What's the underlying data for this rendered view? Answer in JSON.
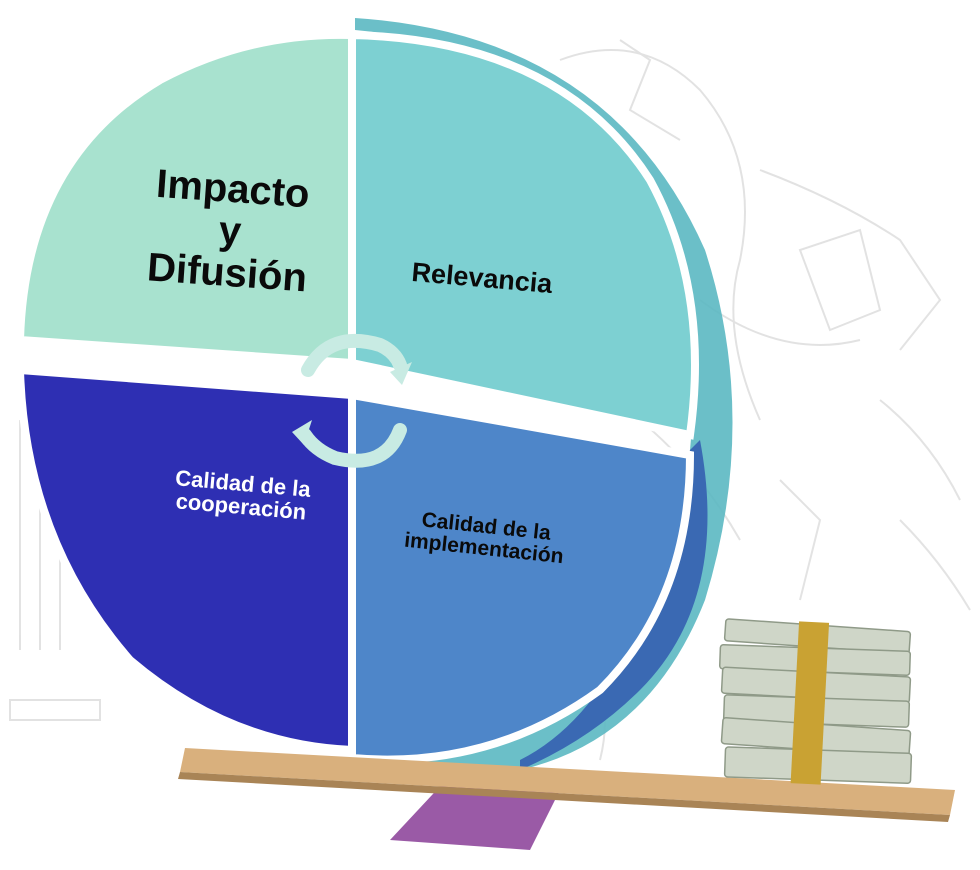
{
  "diagram": {
    "quadrants": [
      {
        "id": "q1",
        "label": "Impacto\ny\nDifusión",
        "color": "#a8e2cf"
      },
      {
        "id": "q2",
        "label": "Relevancia",
        "color": "#7dd0d2"
      },
      {
        "id": "q3",
        "label": "Calidad de la\ncooperación",
        "color": "#2e2fb3"
      },
      {
        "id": "q4",
        "label": "Calidad de la\nimplementación",
        "color": "#4e86c9"
      }
    ],
    "cycle_arrows_color": "#c8ebe3"
  },
  "scene": {
    "background_sketch_color": "#d9d9d9",
    "plank_color": "#d9b07d",
    "fulcrum_color": "#9a5aa6",
    "money_color": "#cfd6c8",
    "money_band_color": "#c9a233"
  }
}
